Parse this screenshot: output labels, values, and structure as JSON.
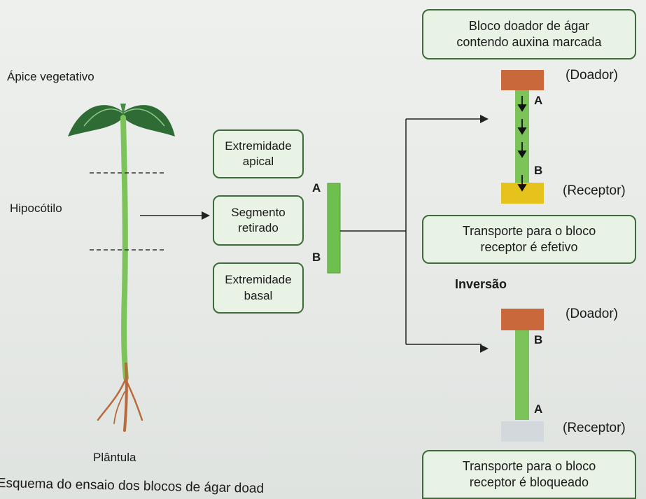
{
  "plant": {
    "apex_label": "Ápice vegetativo",
    "hypocotyl_label": "Hipocótilo",
    "seedling_label": "Plântula"
  },
  "segments": {
    "apical": [
      "Extremidade",
      "apical"
    ],
    "removed": [
      "Segmento",
      "retirado"
    ],
    "basal": [
      "Extremidade",
      "basal"
    ]
  },
  "segment_letters": {
    "a": "A",
    "b": "B"
  },
  "top_box": [
    "Bloco doador de ágar",
    "contendo auxina marcada"
  ],
  "experiment1": {
    "donor_label": "(Doador)",
    "receptor_label": "(Receptor)",
    "letter_top": "A",
    "letter_bottom": "B",
    "result": [
      "Transporte para o bloco",
      "receptor é efetivo"
    ]
  },
  "inversion_label": "Inversão",
  "experiment2": {
    "donor_label": "(Doador)",
    "receptor_label": "(Receptor)",
    "letter_top": "B",
    "letter_bottom": "A",
    "result": [
      "Transporte para o bloco",
      "receptor é bloqueado"
    ]
  },
  "caption": "Esquema do ensaio dos blocos de ágar doad",
  "colors": {
    "stem": "#7cc35a",
    "leaf": "#2f6b34",
    "donor": "#c9683a",
    "receptor_active": "#e6c21c",
    "receptor_empty": "#d3d8dc",
    "box_border": "#3d6b3a",
    "box_fill": "#e9f3e5",
    "root": "#b86a3a"
  }
}
